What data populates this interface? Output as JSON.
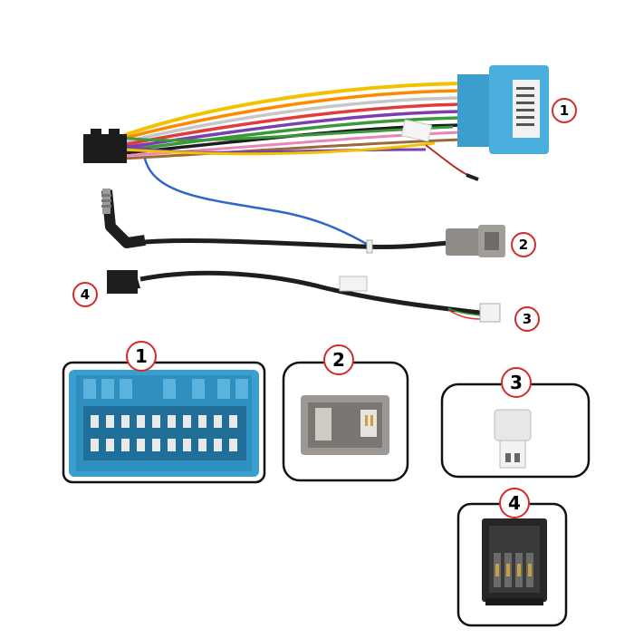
{
  "callouts": {
    "top_1": "1",
    "top_2": "2",
    "top_3": "3",
    "top_4": "4",
    "panel_1": "1",
    "panel_2": "2",
    "panel_3": "3",
    "panel_4": "4"
  },
  "colors": {
    "connector_blue": "#3a9fce",
    "connector_grey": "#8e8a86",
    "cable_black": "#1e1e1e",
    "callout_ring": "#d42a2a",
    "wire_colors": [
      "#f2c200",
      "#ff8a00",
      "#c7c7c7",
      "#e23b3b",
      "#7a3fb0",
      "#3a9a3a",
      "#1d1d1d",
      "#ffffff",
      "#e887b5",
      "#2f66c8",
      "#9a6a3a"
    ]
  }
}
